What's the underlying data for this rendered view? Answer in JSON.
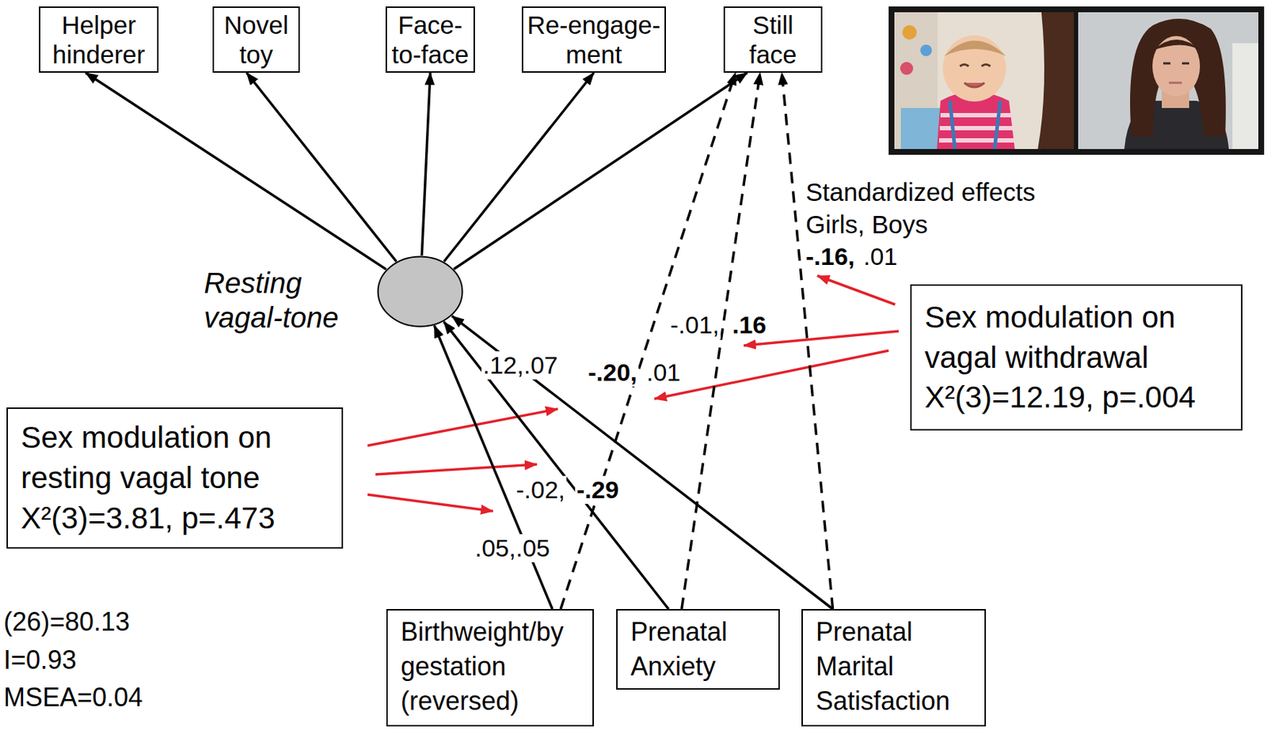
{
  "diagram": {
    "nodes": [
      {
        "text": [
          "Helper hinderer"
        ]
      },
      {
        "text": [
          "Novel toy"
        ]
      },
      {
        "text": [
          "Face-to-face"
        ]
      },
      {
        "text": [
          "Re-engage-ment"
        ]
      },
      {
        "text": [
          "Still face"
        ]
      },
      {
        "text": [
          "Resting vagal-tone"
        ]
      },
      {
        "text": [
          "Birthweight/by gestation (reversed)"
        ]
      },
      {
        "text": [
          "Prenatal Anxiety"
        ]
      },
      {
        "text": [
          "Prenatal Marital Satisfaction"
        ]
      },
      {
        "text": [
          "Sex modulation on resting vagal tone",
          "X²(3)=3.81, p=.473"
        ]
      },
      {
        "text": [
          "Sex modulation on vagal withdrawal",
          "X²(3)=12.19, p=.004"
        ]
      }
    ],
    "edges": [
      {
        "from": 5,
        "to": 0,
        "arrow": "to"
      },
      {
        "from": 5,
        "to": 1,
        "arrow": "to"
      },
      {
        "from": 5,
        "to": 2,
        "arrow": "to"
      },
      {
        "from": 5,
        "to": 3,
        "arrow": "to"
      },
      {
        "from": 5,
        "to": 4,
        "arrow": "to"
      },
      {
        "from": 6,
        "to": 5,
        "arrow": "to"
      },
      {
        "from": 7,
        "to": 5,
        "arrow": "to"
      },
      {
        "from": 8,
        "to": 5,
        "arrow": "to"
      },
      {
        "from": 6,
        "to": 4,
        "arrow": "to"
      },
      {
        "from": 7,
        "to": 4,
        "arrow": "to"
      },
      {
        "from": 8,
        "to": 4,
        "arrow": "to"
      }
    ],
    "labels": [
      "Standardized effects",
      "Girls, Boys",
      "-.16,",
      ".01",
      "-.01,",
      ".16",
      ".12,.07",
      "-.20,",
      ".01",
      "-.02,",
      "-.29",
      ".05,.05",
      "(26)=80.13",
      "I=0.93",
      "MSEA=0.04"
    ]
  }
}
